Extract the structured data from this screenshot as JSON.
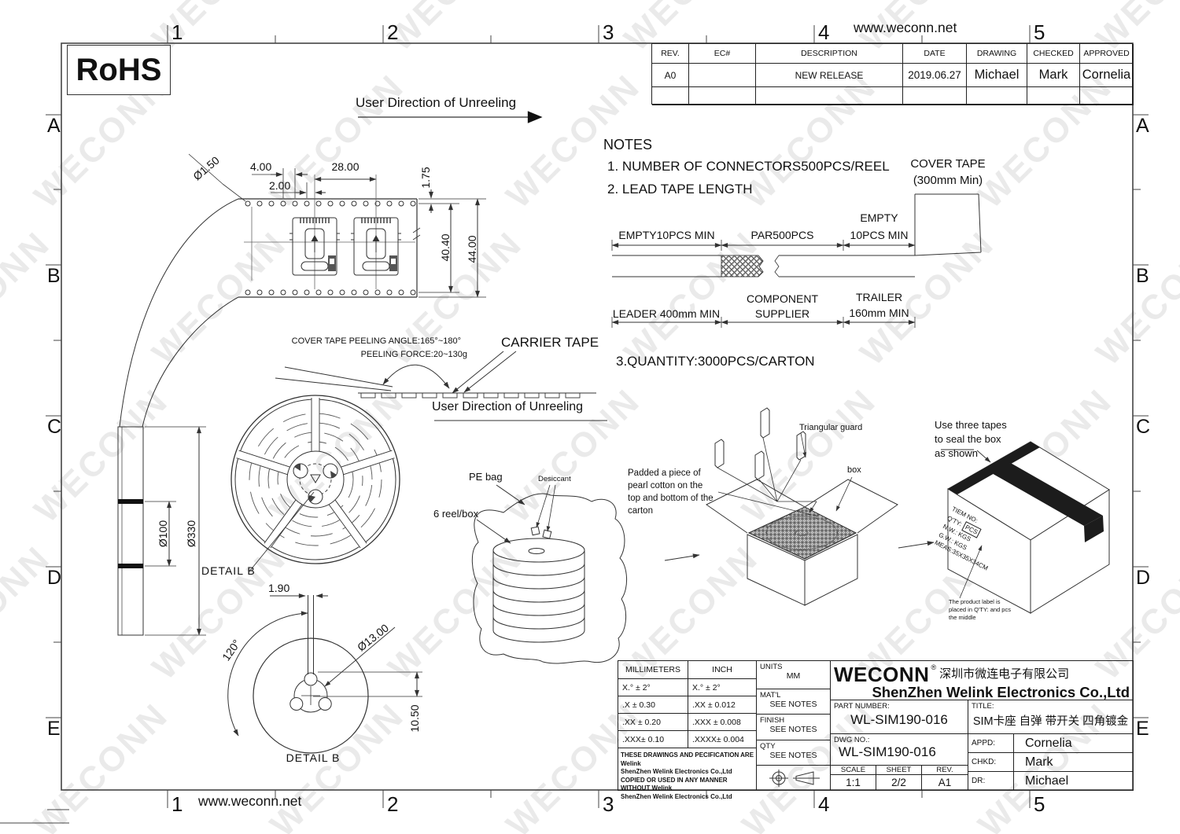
{
  "page": {
    "watermark": "WECONN",
    "url_top": "www.weconn.net",
    "url_bottom": "www.weconn.net",
    "rohs": "RoHS"
  },
  "grid": {
    "cols": [
      "1",
      "2",
      "3",
      "4",
      "5"
    ],
    "rows": [
      "A",
      "B",
      "C",
      "D",
      "E"
    ]
  },
  "revision_table": {
    "headers": [
      "REV.",
      "EC#",
      "DESCRIPTION",
      "DATE",
      "DRAWING",
      "CHECKED",
      "APPROVED"
    ],
    "row": [
      "A0",
      "",
      "NEW RELEASE",
      "2019.06.27",
      "Michael",
      "Mark",
      "Cornelia"
    ]
  },
  "unreeling": {
    "top": "User Direction of Unreeling",
    "mid": "User Direction of Unreeling"
  },
  "notes": {
    "title": "NOTES",
    "n1": "1. NUMBER OF CONNECTORS500PCS/REEL",
    "n2": "2. LEAD TAPE LENGTH",
    "n3": "3.QUANTITY:3000PCS/CARTON"
  },
  "tape": {
    "empty_left": "EMPTY10PCS MIN",
    "par": "PAR500PCS",
    "empty_r1": "EMPTY",
    "empty_r2": "10PCS MIN",
    "cover1": "COVER TAPE",
    "cover2": "(300mm Min)",
    "leader": "LEADER 400mm MIN",
    "comp1": "COMPONENT",
    "comp2": "SUPPLIER",
    "trail1": "TRAILER",
    "trail2": "160mm MIN"
  },
  "carrier": {
    "hole": "Ø1.50",
    "p400": "4.00",
    "p200": "2.00",
    "p2800": "28.00",
    "d175": "1.75",
    "d4040": "40.40",
    "d4400": "44.00"
  },
  "peel": {
    "angle": "COVER TAPE PEELING ANGLE:165°~180°",
    "force": "PEELING FORCE:20~130g",
    "carrier_tape": "CARRIER TAPE"
  },
  "reel": {
    "d100": "Ø100",
    "d330": "Ø330",
    "callout": "DETAIL B"
  },
  "detail_b": {
    "w": "1.90",
    "angle": "120°",
    "dia": "Ø13.00",
    "h": "10.50",
    "title": "DETAIL B"
  },
  "packing": {
    "pe_bag": "PE bag",
    "desiccant": "Desiccant",
    "reel_box": "6 reel/box",
    "guard": "Triangular guard",
    "box": "box",
    "padded": [
      "Padded a piece of",
      "pearl cotton on the",
      "top and bottom of the",
      "carton"
    ],
    "seal": [
      "Use three tapes",
      "to seal the box",
      "as shown"
    ],
    "label": {
      "item": "TIEM NO:",
      "qty": "Q'TY:",
      "qty_unit": "PCS",
      "nw": "N.W.:    KGS",
      "gw": "G.W.:    KGS",
      "meas": "MEAS:35X35X34CM"
    },
    "note": [
      "The product label is",
      "placed in Q'TY:  and pcs",
      "the middle"
    ]
  },
  "tb": {
    "tol_headers": [
      "MILLIMETERS",
      "INCH"
    ],
    "tol": [
      [
        "X.°  ±  2°",
        "X.°  ±  2°"
      ],
      [
        ".X    ± 0.30",
        ".XX    ± 0.012"
      ],
      [
        ".XX   ± 0.20",
        ".XXX  ± 0.008"
      ],
      [
        ".XXX±  0.10",
        ".XXXX±  0.004"
      ]
    ],
    "units_l": "UNITS",
    "units_v": "MM",
    "matl_l": "MAT'L",
    "matl_v": "SEE NOTES",
    "finish_l": "FINISH",
    "finish_v": "SEE NOTES",
    "qty_l": "QTY",
    "qty_v": "SEE NOTES",
    "legal": [
      "THESE DRAWINGS AND PECIFICATION  ARE Welink",
      "ShenZhen Welink Electronics Co.,Ltd",
      "COPIED OR USED IN ANY MANNER WITHOUT Welink",
      "ShenZhen Welink Electronics Co.,Ltd"
    ],
    "brand": "WECONN",
    "reg": "®",
    "cn": "深圳市微连电子有限公司",
    "en": "ShenZhen Welink Electronics Co.,Ltd",
    "pn_l": "PART NUMBER:",
    "pn": "WL-SIM190-016",
    "title_l": "TITLE:",
    "title_v": "SIM卡座 自弹 带开关 四角镀金",
    "dwg_l": "DWG NO.:",
    "dwg": "WL-SIM190-016",
    "scale_l": "SCALE",
    "scale": "1:1",
    "sheet_l": "SHEET",
    "sheet": "2/2",
    "rev_l": "REV.",
    "rev": "A1",
    "appd_l": "APPD:",
    "appd": "Cornelia",
    "chkd_l": "CHKD:",
    "chkd": "Mark",
    "dr_l": "DR:",
    "dr": "Michael"
  }
}
